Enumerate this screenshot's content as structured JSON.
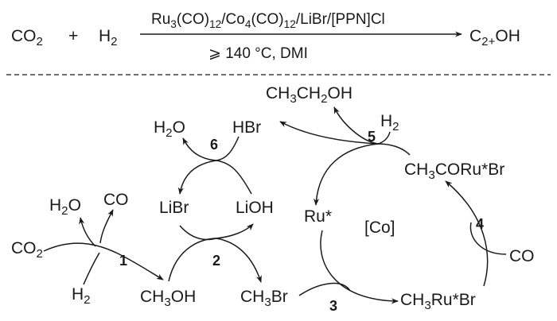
{
  "equation": {
    "reactant_1": "CO2",
    "plus": "+",
    "reactant_2": "H2",
    "catalyst": "Ru3(CO)12/Co4(CO)12/LiBr/[PPN]Cl",
    "condition": "⩾ 140 °C, DMI",
    "product": "C2+OH"
  },
  "species": {
    "co2": "CO2",
    "h2_left": "H2",
    "h2o_left": "H2O",
    "co_left": "CO",
    "ch3oh": "CH3OH",
    "libr": "LiBr",
    "lioh": "LiOH",
    "h2o_top": "H2O",
    "hbr": "HBr",
    "ch3br": "CH3Br",
    "ru_star": "Ru*",
    "co_complex": "[Co]",
    "ch3ru_br": "CH3Ru*Br",
    "ch3coru_br": "CH3CORu*Br",
    "co_right": "CO",
    "ethanol": "CH3CH2OH",
    "h2_top": "H2"
  },
  "step_numbers": {
    "s1": "1",
    "s2": "2",
    "s3": "3",
    "s4": "4",
    "s5": "5",
    "s6": "6"
  }
}
